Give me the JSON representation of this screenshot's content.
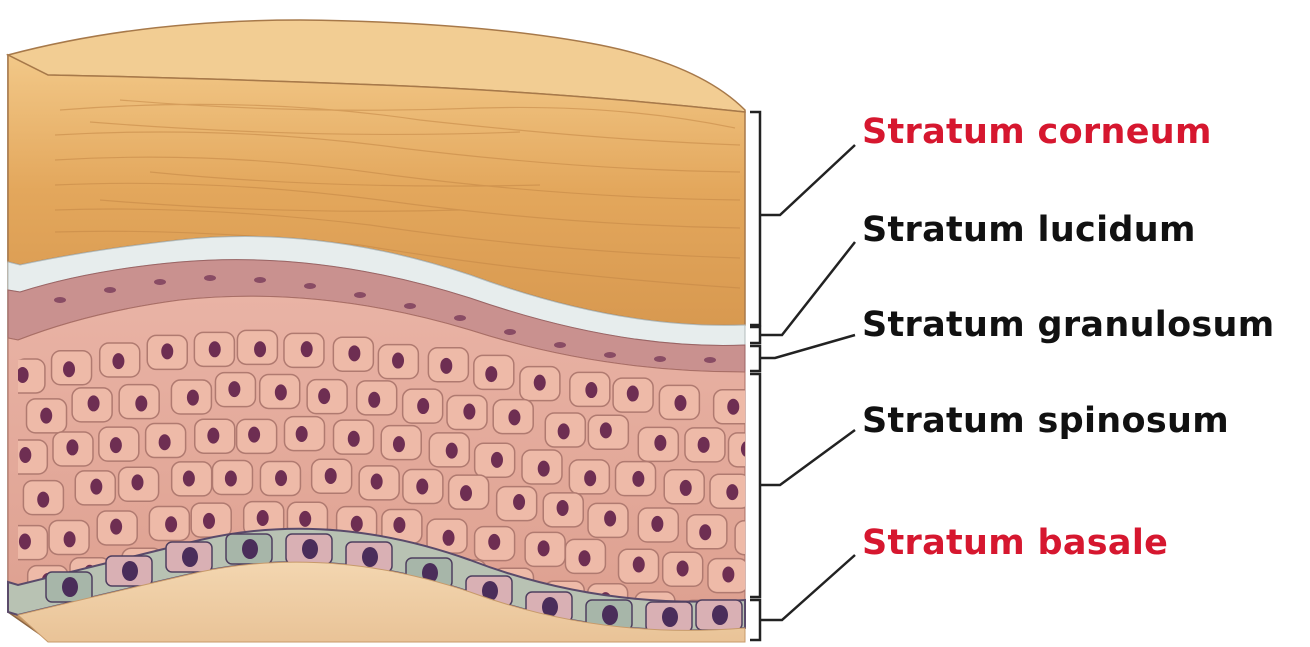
{
  "diagram": {
    "labels": [
      {
        "id": "corneum",
        "text": "Stratum corneum",
        "color": "#d6172f"
      },
      {
        "id": "lucidum",
        "text": "Stratum lucidum",
        "color": "#111111"
      },
      {
        "id": "granulosum",
        "text": "Stratum granulosum",
        "color": "#111111"
      },
      {
        "id": "spinosum",
        "text": "Stratum spinosum",
        "color": "#111111"
      },
      {
        "id": "basale",
        "text": "Stratum basale",
        "color": "#d6172f"
      }
    ]
  },
  "colors": {
    "highlight_label": "#d6172f",
    "normal_label": "#111111",
    "corneum": "#e5ad63",
    "lucidum": "#e6ecec",
    "granulosum": "#c58e8e",
    "spinosum_cell": "#eab09e",
    "nucleus": "#6e2e52",
    "basale_cell": "#a9b8ac",
    "dermis": "#f0cfa6"
  }
}
